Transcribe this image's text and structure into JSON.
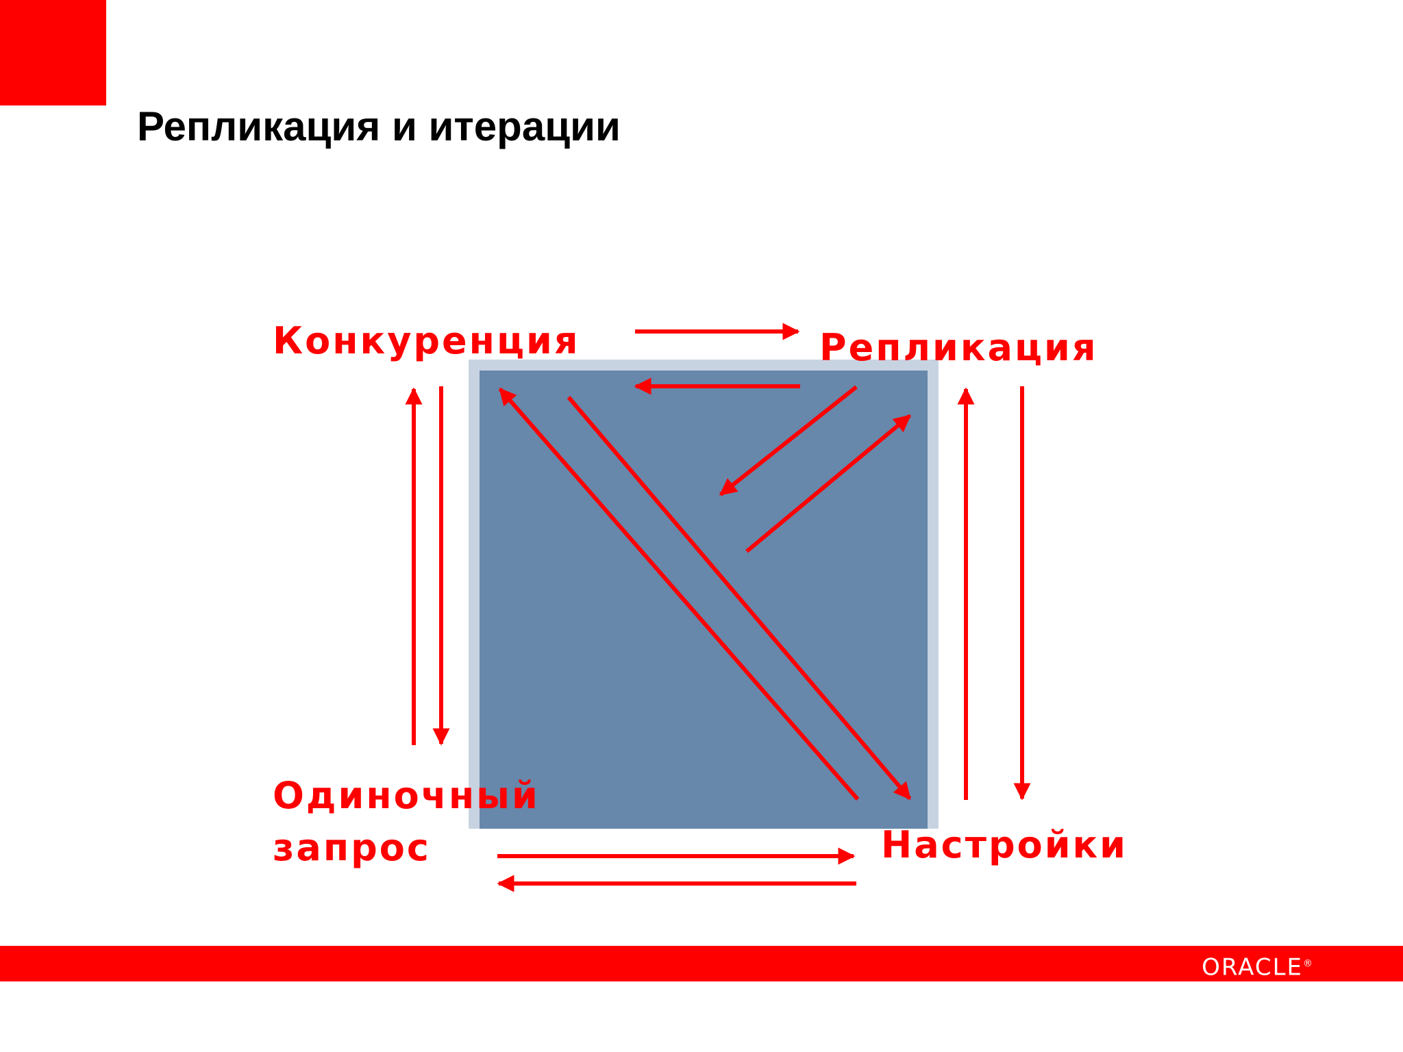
{
  "colors": {
    "brand_red": "#ff0000",
    "box_fill": "#6787ab",
    "box_halo": "#c8d3e2",
    "arrow_red": "#ff0000",
    "title_text": "#000000"
  },
  "slide": {
    "title": "Репликация и итерации"
  },
  "diagram": {
    "nodes": {
      "competition": "Конкуренция",
      "replication": "Репликация",
      "single_request_line1": "Одиночный",
      "single_request_line2": "запрос",
      "settings": "Настройки"
    },
    "edges": [
      {
        "from": "competition",
        "to": "replication"
      },
      {
        "from": "replication",
        "to": "competition"
      },
      {
        "from": "competition",
        "to": "single_request"
      },
      {
        "from": "single_request",
        "to": "competition"
      },
      {
        "from": "replication",
        "to": "settings"
      },
      {
        "from": "settings",
        "to": "replication"
      },
      {
        "from": "single_request",
        "to": "settings"
      },
      {
        "from": "settings",
        "to": "single_request"
      },
      {
        "from": "competition",
        "to": "settings"
      },
      {
        "from": "settings",
        "to": "competition"
      }
    ]
  },
  "footer": {
    "logo_text": "ORACLE",
    "logo_mark": "®"
  }
}
